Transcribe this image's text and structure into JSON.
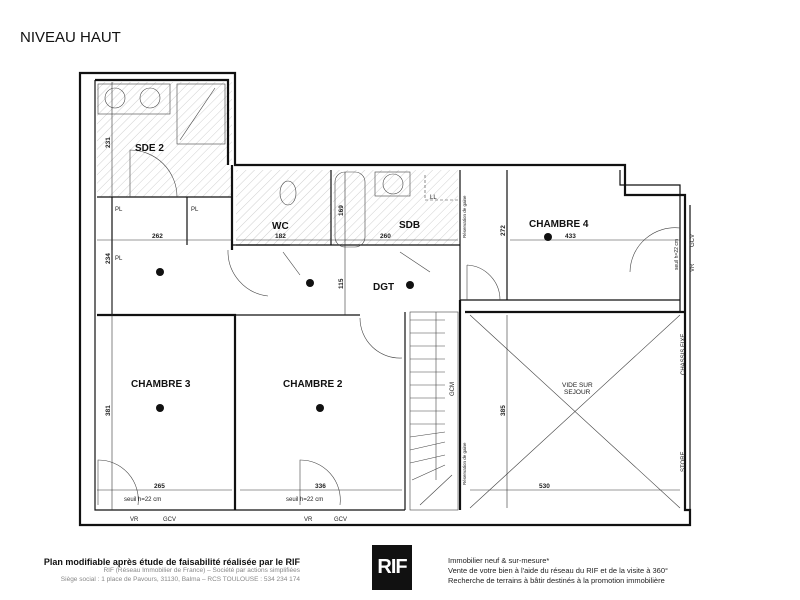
{
  "title": "NIVEAU HAUT",
  "rooms": {
    "sde2": "SDE 2",
    "wc": "WC",
    "sdb": "SDB",
    "chambre4": "CHAMBRE 4",
    "dgt": "DGT",
    "chambre3": "CHAMBRE 3",
    "chambre2": "CHAMBRE 2",
    "vide": [
      "VIDE SUR",
      "SEJOUR"
    ]
  },
  "dimensions": {
    "sde2_h": "231",
    "corr_w": "262",
    "corr_h": "234",
    "wc_w": "182",
    "bath_h": "169",
    "sdb_w": "260",
    "ch4_h": "272",
    "ch4_w": "433",
    "dgt_h": "115",
    "ch3_h": "381",
    "ch3_w": "265",
    "ch2_w": "336",
    "vide_h": "385",
    "vide_w": "530"
  },
  "labels": {
    "pl": "PL",
    "ll": "LL",
    "vr": "VR",
    "gcv": "GCV",
    "seuil": "seuil h=22 cm",
    "chassis": "CHASSIS FIXE",
    "store": "STORE",
    "gcm": "GCM",
    "gaine": "Réservation de gaine"
  },
  "footer": {
    "headline": "Plan modifiable après étude de faisabilité réalisée par le RIF",
    "legal1": "RIF (Réseau Immobilier de France) – Société par actions simplifiées",
    "legal2": "Siège social : 1 place de Pavours, 31130, Balma – RCS TOULOUSE : 534 234 174",
    "logo": "RIF",
    "tag1": "Immobilier neuf & sur-mesure*",
    "tag2": "Vente de votre bien à l'aide du réseau du RIF et de la visite à 360°",
    "tag3": "Recherche de terrains à bâtir destinés à la promotion immobilière"
  }
}
